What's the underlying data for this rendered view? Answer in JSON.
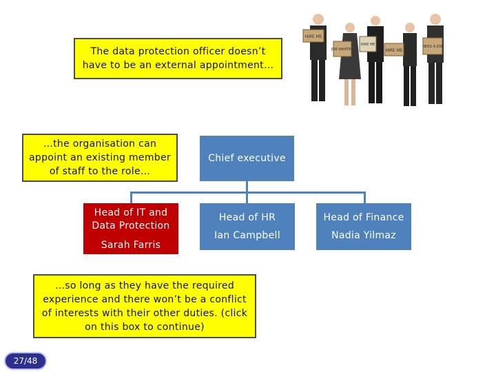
{
  "slide": {
    "intro_text": "The data protection officer doesn’t have to be an external appointment…",
    "staff_text": "…the organisation can appoint an existing member of staff to the role…",
    "continue_text": "…so long as they have the required experience and there won’t be a conflict of interests with their other duties. (click on this box to continue)",
    "page_indicator": "27/48"
  },
  "org_chart": {
    "chief": "Chief executive",
    "it_role": "Head of IT and Data Protection",
    "it_name": "Sarah Farris",
    "hr_role": "Head of HR",
    "hr_name": "Ian Campbell",
    "finance_role": "Head of Finance",
    "finance_name": "Nadia Yilmaz"
  },
  "illustration": {
    "name": "job-seekers-holding-signs-image",
    "signs": [
      "HIRE ME",
      "JOB WANTED",
      "HIRE ME",
      "HIRE ME",
      "NEED A JOB"
    ]
  },
  "colors": {
    "yellow": "#ffff00",
    "blue": "#4f81bd",
    "red": "#c00000",
    "badge": "#2d2f8c"
  }
}
